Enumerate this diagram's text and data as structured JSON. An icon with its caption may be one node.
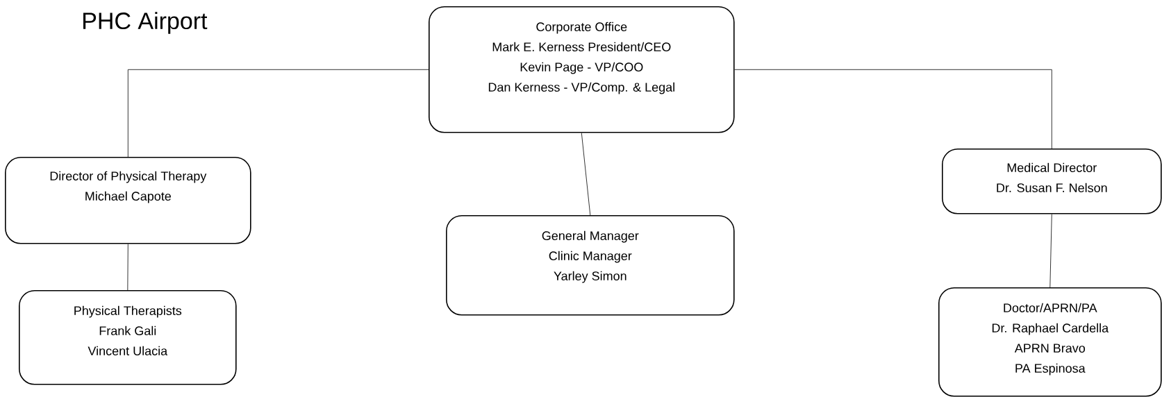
{
  "diagram": {
    "title": "PHC Airport",
    "nodes": [
      {
        "text": [
          "Corporate Office",
          "Mark E. Kerness President/CEO",
          "Kevin Page - VP/COO",
          "Dan Kerness - VP/Comp. & Legal"
        ]
      },
      {
        "text": [
          "Director of Physical Therapy",
          "Michael Capote"
        ]
      },
      {
        "text": [
          "Medical Director",
          "Dr. Susan F. Nelson"
        ]
      },
      {
        "text": [
          "General Manager",
          "Clinic Manager",
          "Yarley Simon"
        ]
      },
      {
        "text": [
          "Physical Therapists",
          "Frank Gali",
          "Vincent Ulacia"
        ]
      },
      {
        "text": [
          "Doctor/APRN/PA",
          "Dr. Raphael Cardella",
          "APRN Bravo",
          "PA Espinosa"
        ]
      }
    ],
    "edges": [
      {
        "from": 0,
        "to": 1,
        "arrow": "none"
      },
      {
        "from": 0,
        "to": 3,
        "arrow": "none"
      },
      {
        "from": 0,
        "to": 2,
        "arrow": "none"
      },
      {
        "from": 1,
        "to": 4,
        "arrow": "none"
      },
      {
        "from": 2,
        "to": 5,
        "arrow": "none"
      }
    ]
  }
}
